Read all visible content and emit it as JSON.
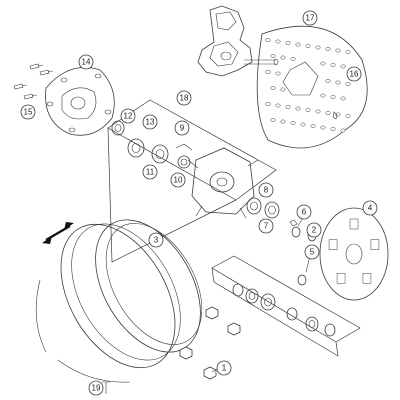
{
  "callouts": {
    "c1": "1",
    "c2": "2",
    "c3": "3",
    "c4": "4",
    "c5": "5",
    "c6": "6",
    "c7": "7",
    "c8": "8",
    "c9": "9",
    "c10": "10",
    "c11": "11",
    "c12": "12",
    "c13": "13",
    "c14": "14",
    "c15": "15",
    "c16": "16",
    "c17": "17",
    "c18": "18",
    "c19": "19"
  },
  "colors": {
    "line": "#3a3a3a",
    "background": "#ffffff"
  },
  "icons": {
    "arrow": "double-arrow-icon"
  }
}
